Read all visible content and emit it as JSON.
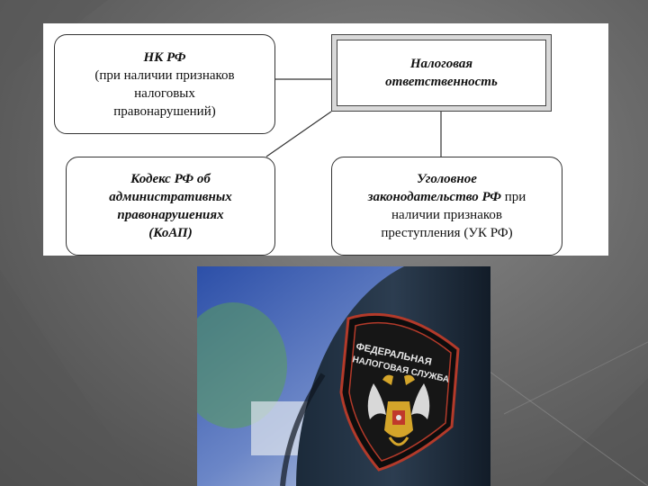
{
  "diagram": {
    "nk": {
      "title": "НК РФ",
      "lines": [
        "(при наличии признаков",
        "налоговых",
        "правонарушений)"
      ]
    },
    "responsibility": {
      "lines": [
        "Налоговая",
        "ответственность"
      ]
    },
    "koap": {
      "lines": [
        "Кодекс РФ об",
        "административных",
        "правонарушениях",
        "(КоАП)"
      ]
    },
    "uk": {
      "italic": "Уголовное",
      "line2_italic": "законодательство РФ",
      "line2_rest": " при",
      "lines": [
        "наличии признаков",
        "преступления (УК РФ)"
      ]
    }
  },
  "photo": {
    "patch_text": [
      "ФЕДЕРАЛЬНАЯ",
      "НАЛОГОВАЯ СЛУЖБА"
    ],
    "emblem": "double-headed-eagle-emblem"
  }
}
